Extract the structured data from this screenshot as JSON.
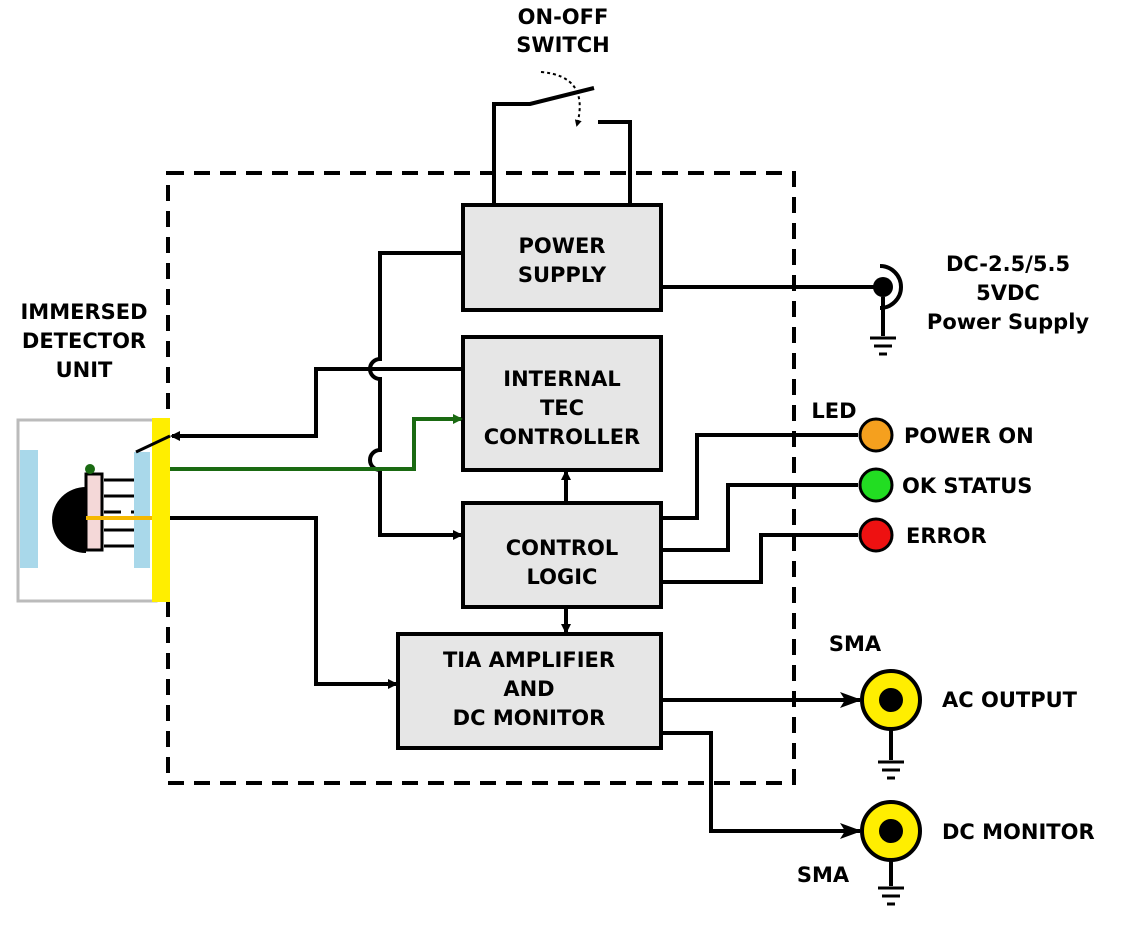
{
  "switch_label": [
    "ON-OFF",
    "SWITCH"
  ],
  "detector_label": [
    "IMMERSED",
    "DETECTOR",
    "UNIT"
  ],
  "blocks": {
    "power_supply": [
      "POWER",
      "SUPPLY"
    ],
    "tec_controller": [
      "INTERNAL",
      "TEC",
      "CONTROLLER"
    ],
    "control_logic": [
      "CONTROL",
      "LOGIC"
    ],
    "tia_amplifier": [
      "TIA AMPLIFIER",
      "AND",
      "DC MONITOR"
    ]
  },
  "power_input_label": [
    "DC-2.5/5.5",
    "5VDC",
    "Power Supply"
  ],
  "led_header": "LED",
  "leds": [
    {
      "label": "POWER ON",
      "color": "#f5a01e"
    },
    {
      "label": "OK STATUS",
      "color": "#22dd22"
    },
    {
      "label": "ERROR",
      "color": "#ee1111"
    }
  ],
  "connectors": {
    "ac_output": {
      "type_label": "SMA",
      "label": "AC OUTPUT"
    },
    "dc_monitor": {
      "type_label": "SMA",
      "label": "DC MONITOR"
    }
  },
  "colors": {
    "block_fill": "#e6e6e6",
    "sma_yellow": "#ffee00",
    "tec_wire_green": "#1a6a12",
    "signal_wire_orange": "#f5b800",
    "detector_window_blue": "#a9d8ea"
  }
}
